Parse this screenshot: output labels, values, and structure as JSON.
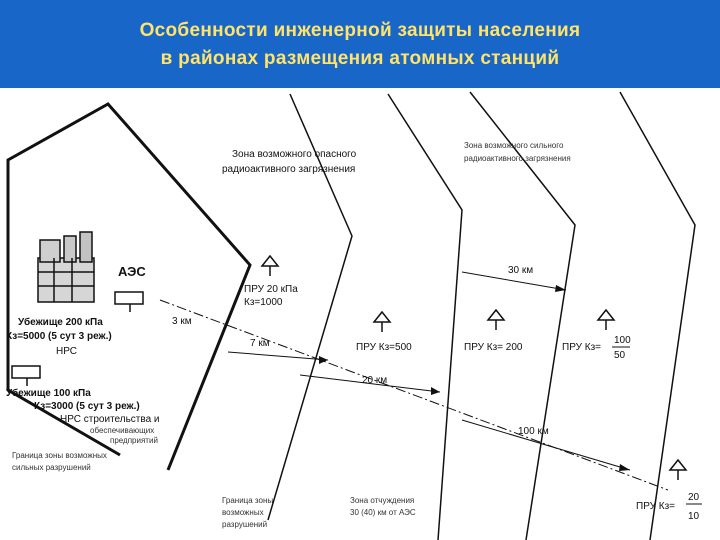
{
  "header": {
    "title_line1": "Особенности инженерной защиты населения",
    "title_line2": "в районах размещения атомных станций",
    "bg_color": "#1866c8",
    "text_color": "#ffe36a"
  },
  "diagram": {
    "zone_danger_line1": "Зона возможного опасного",
    "zone_danger_line2": "радиоактивного загрязнения",
    "zone_strong_line1": "Зона возможного сильного",
    "zone_strong_line2": "радиоактивного загрязнения",
    "aes_label": "АЭС",
    "shelter1": {
      "line1": "Убежище  200 кПа",
      "line2": "Кз=5000 (5 сут 3 реж.)",
      "line3": "НРС"
    },
    "shelter2": {
      "line1": "Убежище 100 кПа",
      "line2": "Кз=3000 (5 сут 3 реж.)",
      "line3": "НРС строительства и",
      "line4": "обеспечивающих",
      "line5": "предприятий"
    },
    "pru1": {
      "line1": "ПРУ  20 кПа",
      "line2": "Кз=1000"
    },
    "pru2": "ПРУ Кз=500",
    "pru3": "ПРУ Кз= 200",
    "pru4": {
      "prefix": "ПРУ Кз=",
      "numerator": "100",
      "denominator": "50"
    },
    "pru5": {
      "prefix": "ПРУ Кз=",
      "numerator": "20",
      "denominator": "10"
    },
    "dist": {
      "d3": "3 км",
      "d7": "7 км",
      "d20": "20 км",
      "d30": "30 км",
      "d100": "100 км"
    },
    "boundary_destruction_strong": {
      "line1": "Граница зоны возможных",
      "line2": "сильных разрушений"
    },
    "boundary_destruction": {
      "line1": "Граница зоны",
      "line2": "возможных",
      "line3": "разрушений"
    },
    "evac_zone": {
      "line1": "Зона отчуждения",
      "line2": "30 (40) км от АЭС"
    }
  }
}
